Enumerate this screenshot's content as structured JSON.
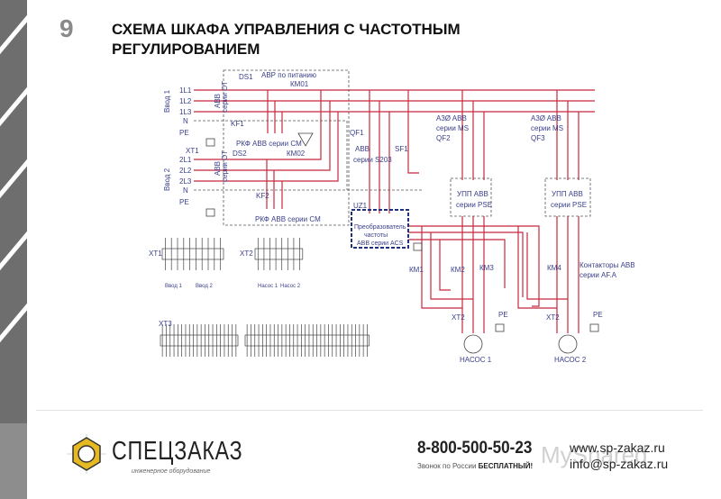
{
  "slide": {
    "number": "9",
    "title_line1": "СХЕМА ШКАФА УПРАВЛЕНИЯ С ЧАСТОТНЫМ",
    "title_line2": "РЕГУЛИРОВАНИЕМ"
  },
  "schematic": {
    "input1": "Ввод 1",
    "input2": "Ввод 2",
    "l11": "1L1",
    "l12": "1L2",
    "l13": "1L3",
    "n": "N",
    "pe": "PE",
    "xt1_top": "XT1",
    "l21": "2L1",
    "l22": "2L2",
    "l23": "2L3",
    "ds1": "DS1",
    "ds2": "DS2",
    "abb": "ABB",
    "series_ot": "серии OT",
    "avr": "АВР по питанию",
    "km01": "КМ01",
    "km02": "КМ02",
    "kf1": "KF1",
    "kf2": "KF2",
    "rkf": "РКФ АВВ серии CM",
    "qf1": "QF1",
    "s203_1": "ABB",
    "s203_2": "серии S203",
    "sf1": "SF1",
    "uz1": "UZ1",
    "vfd1": "Преобразователь",
    "vfd2": "частоты",
    "vfd3": "АВВ серии ACS",
    "qf2_1": "A3Ø ABB",
    "qf2_2": "серии MS",
    "qf2": "QF2",
    "qf3": "QF3",
    "upp1": "УПП АВВ",
    "upp2": "серии PSE",
    "km1": "КМ1",
    "km2": "КМ2",
    "km3": "КМ3",
    "km4": "КМ4",
    "contactors1": "Контакторы АВВ",
    "contactors2": "серии AF.A",
    "xt2": "XT2",
    "pump1": "НАСОС 1",
    "pump2": "НАСОС 2",
    "xt1": "XT1",
    "xt2b": "XT2",
    "xt3": "XT3",
    "vvod1_small": "Ввод 1",
    "vvod2_small": "Ввод 2",
    "nasos1_small": "Насос 1",
    "nasos2_small": "Насос 2"
  },
  "footer": {
    "brand": "СПЕЦЗАКАЗ",
    "brand_sub": "инженерное оборудование",
    "phone": "8-800-500-50-23",
    "phone_sub_prefix": "Звонок по России",
    "phone_sub_bold": "БЕСПЛАТНЫЙ!",
    "website": "www.sp-zakaz.ru",
    "email": "info@sp-zakaz.ru",
    "watermark": "MyShared"
  },
  "colors": {
    "wire": "#c8283c",
    "label": "#3a3f8a",
    "frame": "#1f2f7a"
  }
}
